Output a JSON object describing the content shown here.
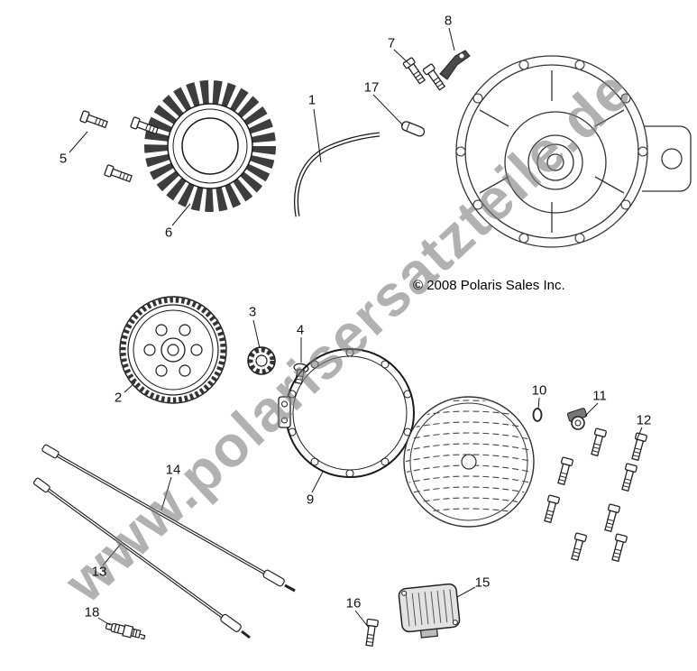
{
  "diagram": {
    "watermark": "www.polarisersatzteile.de",
    "copyright": "© 2008 Polaris Sales Inc.",
    "callouts": [
      "1",
      "2",
      "3",
      "4",
      "5",
      "6",
      "7",
      "8",
      "9",
      "10",
      "11",
      "12",
      "13",
      "14",
      "15",
      "16",
      "17",
      "18"
    ]
  }
}
